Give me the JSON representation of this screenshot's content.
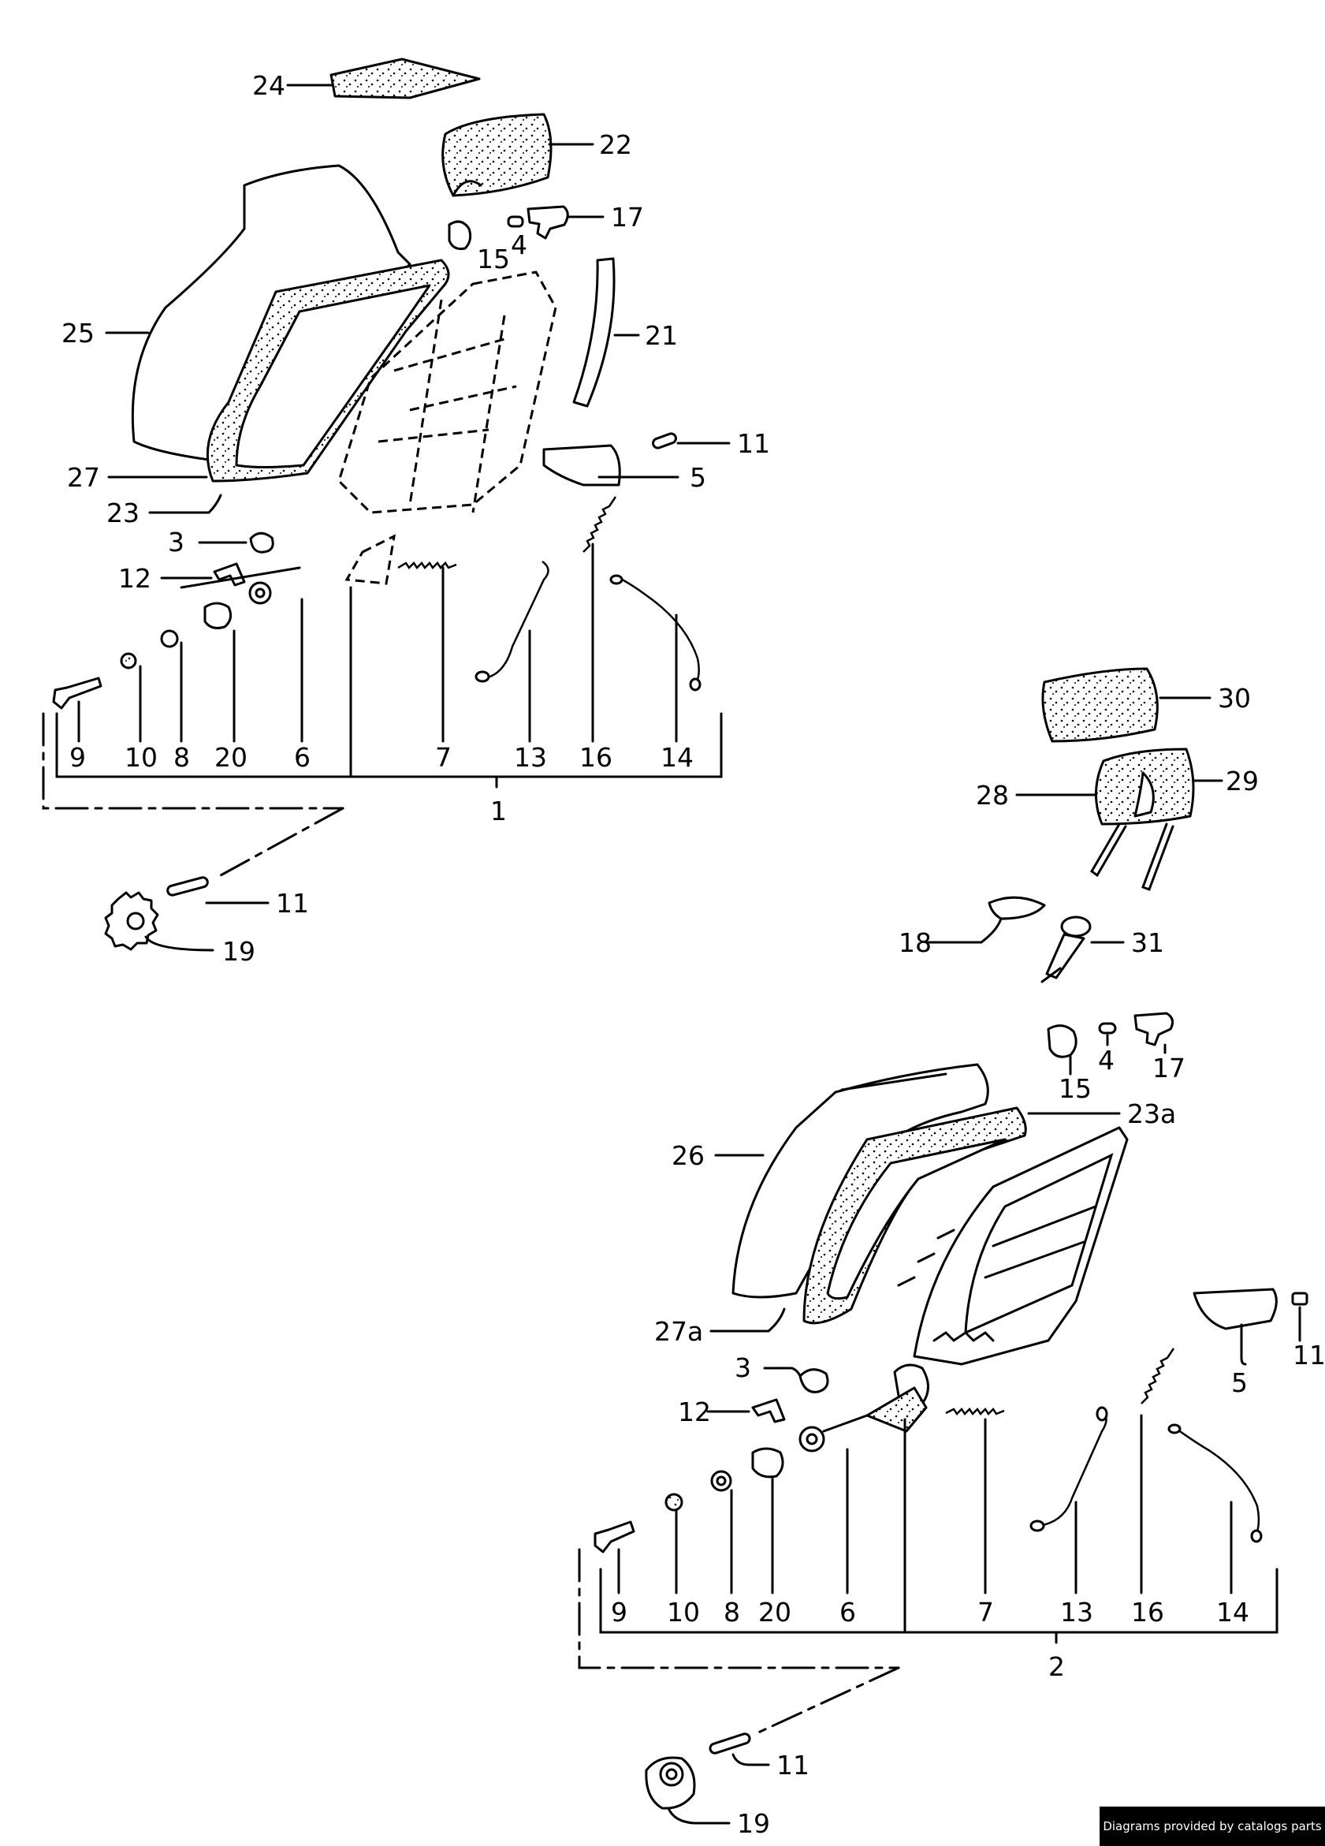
{
  "group1": {
    "assembly_number": "1",
    "callouts": {
      "p24": "24",
      "p22": "22",
      "p17": "17",
      "p4": "4",
      "p15": "15",
      "p25": "25",
      "p21": "21",
      "p11a": "11",
      "p5": "5",
      "p27": "27",
      "p23": "23",
      "p3": "3",
      "p12": "12"
    },
    "bracket_labels": [
      "9",
      "10",
      "8",
      "20",
      "6",
      "7",
      "13",
      "16",
      "14"
    ],
    "knob": {
      "p11": "11",
      "p19": "19"
    }
  },
  "group2": {
    "assembly_number": "2",
    "callouts": {
      "p30": "30",
      "p28": "28",
      "p29": "29",
      "p18": "18",
      "p31": "31",
      "p15": "15",
      "p4": "4",
      "p17": "17",
      "p23a": "23a",
      "p26": "26",
      "p5": "5",
      "p11a": "11",
      "p27a": "27a",
      "p3": "3",
      "p12": "12"
    },
    "bracket_labels": [
      "9",
      "10",
      "8",
      "20",
      "6",
      "7",
      "13",
      "16",
      "14"
    ],
    "knob": {
      "p11": "11",
      "p19": "19"
    }
  },
  "credit": "Diagrams provided by catalogs parts"
}
